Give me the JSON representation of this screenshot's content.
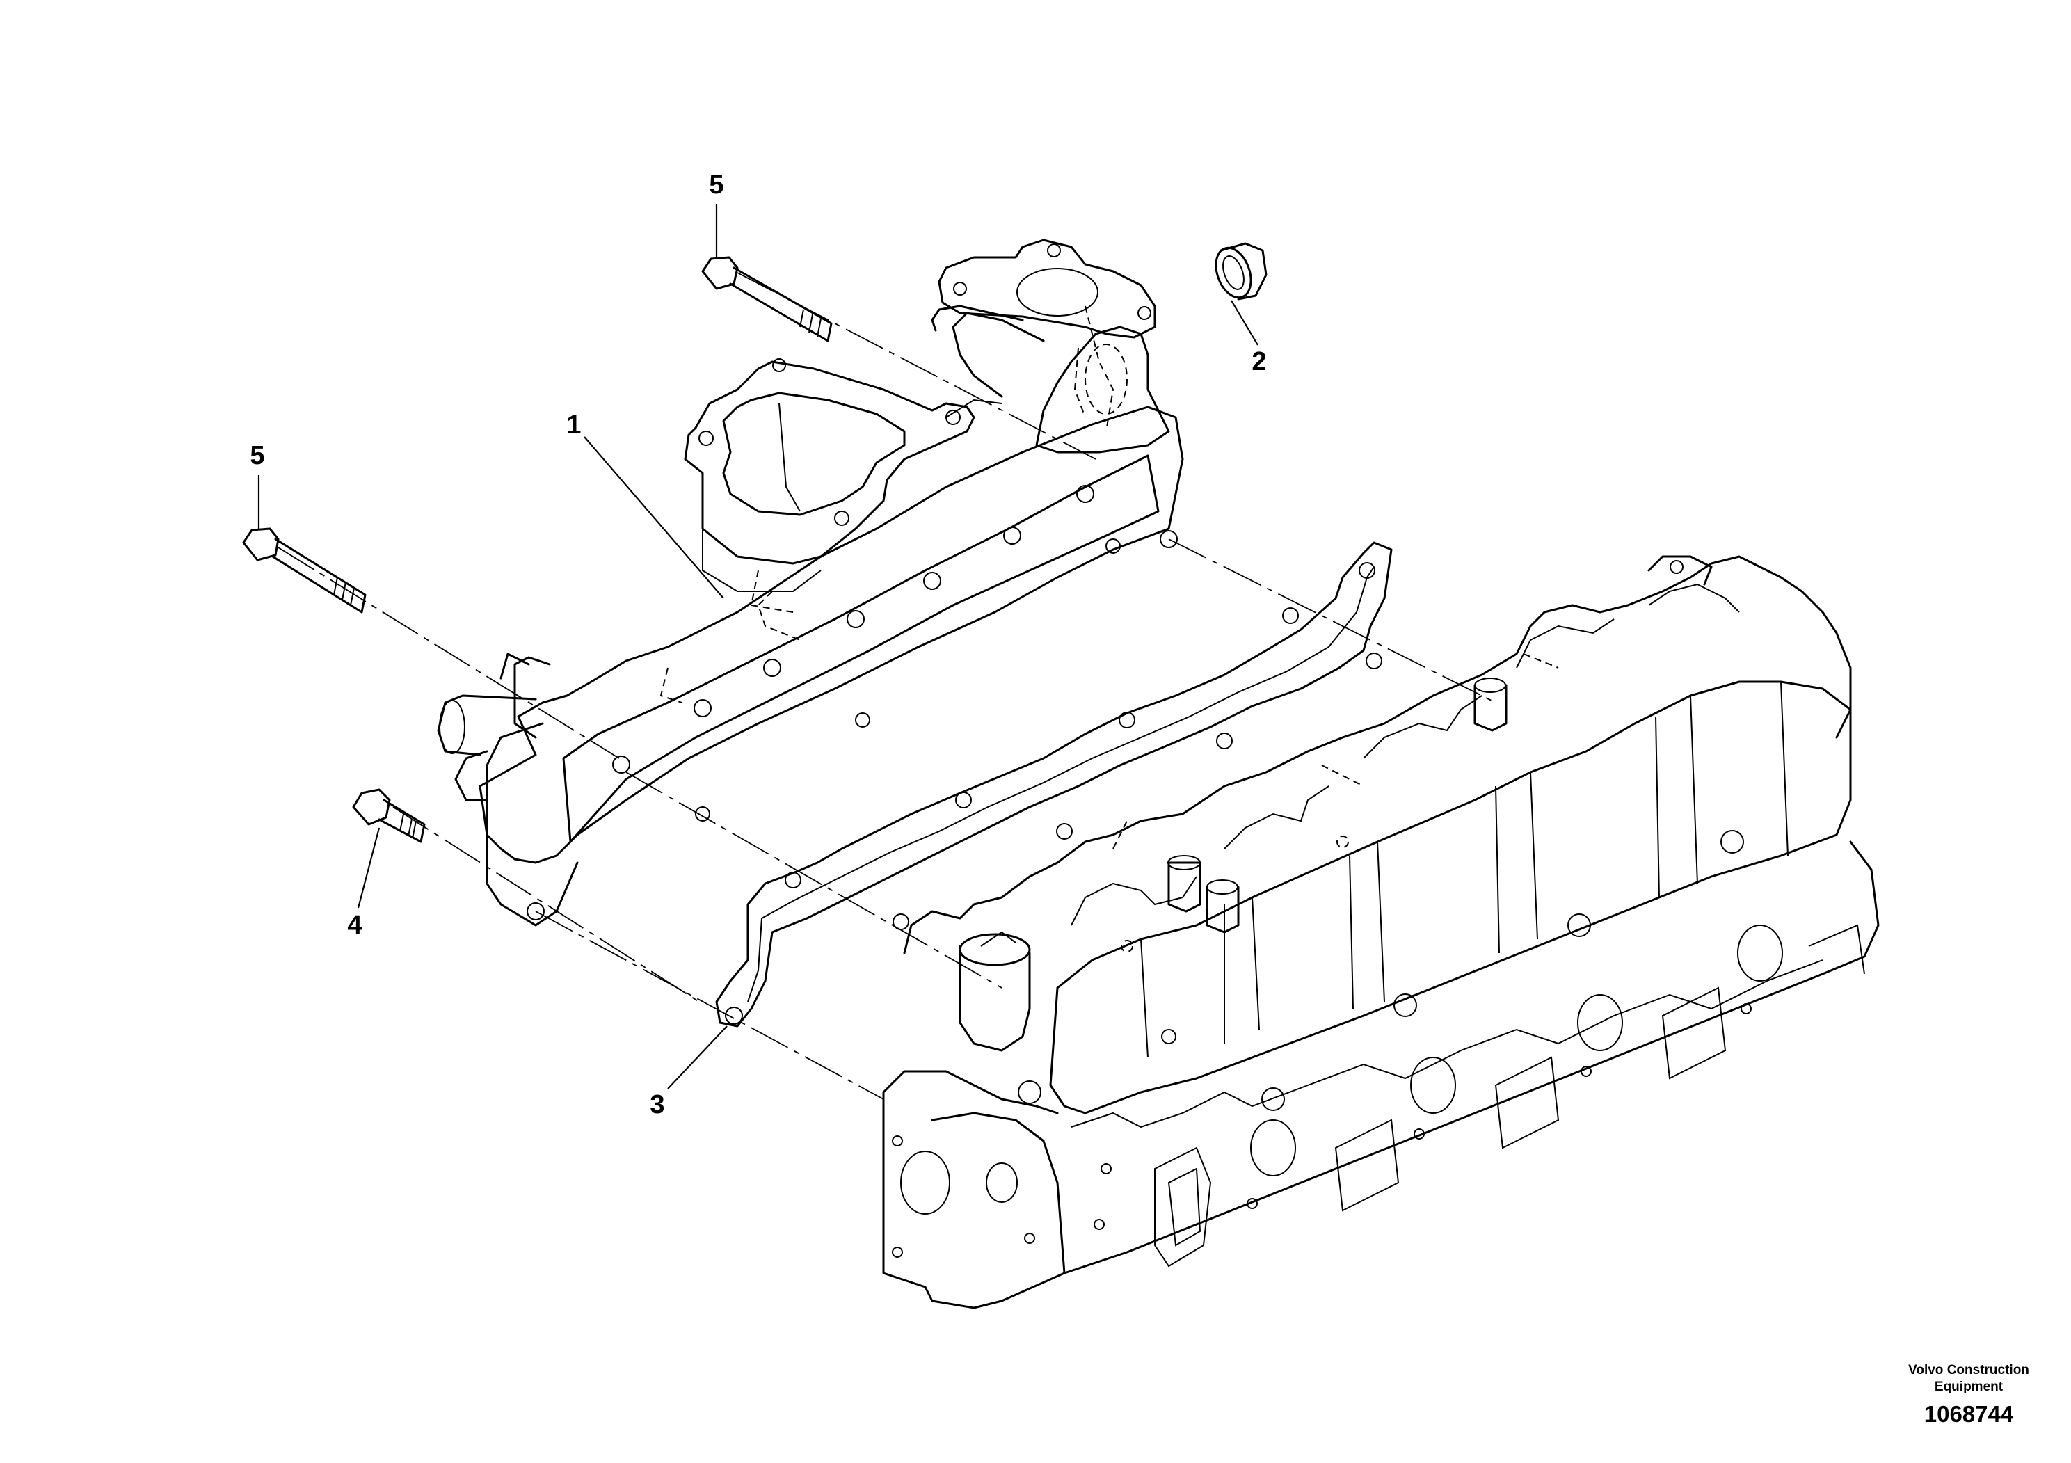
{
  "callouts": {
    "c1": "1",
    "c2": "2",
    "c3": "3",
    "c4": "4",
    "c5a": "5",
    "c5b": "5"
  },
  "footer": {
    "brand_line1": "Volvo Construction",
    "brand_line2": "Equipment",
    "document_number": "1068744"
  },
  "colors": {
    "line": "#000000",
    "background": "#ffffff"
  }
}
